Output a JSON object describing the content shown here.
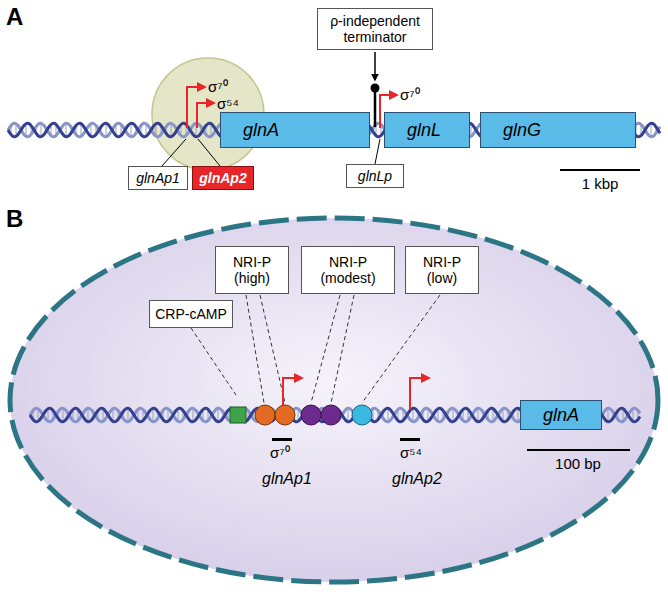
{
  "diagram": {
    "nodes": [
      {
        "text": [
          "ρ-independent terminator"
        ]
      },
      {
        "text": [
          "glnA"
        ]
      },
      {
        "text": [
          "glnL"
        ]
      },
      {
        "text": [
          "glnG"
        ]
      },
      {
        "text": [
          "glnAp1"
        ]
      },
      {
        "text": [
          "glnAp2"
        ]
      },
      {
        "text": [
          "glnLp"
        ]
      },
      {
        "text": [
          "CRP-cAMP"
        ]
      },
      {
        "text": [
          "NRI-P (high)"
        ]
      },
      {
        "text": [
          "NRI-P (modest)"
        ]
      },
      {
        "text": [
          "NRI-P (low)"
        ]
      },
      {
        "text": [
          "glnA"
        ]
      }
    ],
    "labels": [
      "A",
      "σ⁷⁰",
      "σ⁵⁴",
      "σ⁷⁰",
      "1 kbp",
      "B",
      "σ⁷⁰",
      "σ⁵⁴",
      "glnAp1",
      "glnAp2",
      "100 bp"
    ]
  }
}
